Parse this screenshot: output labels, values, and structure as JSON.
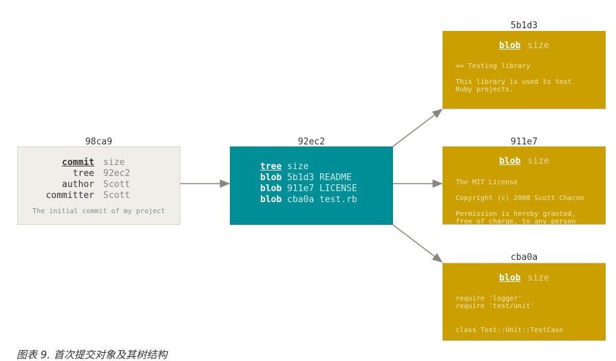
{
  "commit": {
    "id": "98ca9",
    "rows": [
      {
        "key": "commit",
        "value": "size"
      },
      {
        "key": "tree",
        "value": "92ec2"
      },
      {
        "key": "author",
        "value": "Scott"
      },
      {
        "key": "committer",
        "value": "Scott"
      }
    ],
    "message": "The initial commit of my project"
  },
  "tree": {
    "id": "92ec2",
    "header": {
      "type": "tree",
      "value": "size"
    },
    "entries": [
      {
        "type": "blob",
        "hash": "5b1d3",
        "name": "README"
      },
      {
        "type": "blob",
        "hash": "911e7",
        "name": "LICENSE"
      },
      {
        "type": "blob",
        "hash": "cba0a",
        "name": "test.rb"
      }
    ]
  },
  "blobs": [
    {
      "id": "5b1d3",
      "type": "blob",
      "size": "size",
      "lines": [
        "== Testing library",
        "",
        "This library is used to test",
        "Ruby projects."
      ]
    },
    {
      "id": "911e7",
      "type": "blob",
      "size": "size",
      "lines": [
        "The MIT License",
        "",
        "Copyright (c) 2008 Scott Chacon",
        "",
        "Permission is hereby granted,",
        "free of charge, to any person"
      ]
    },
    {
      "id": "cba0a",
      "type": "blob",
      "size": "size",
      "lines": [
        "require 'logger'",
        "require 'test/unit'",
        "",
        "",
        "class Test::Unit::TestCase"
      ]
    }
  ],
  "caption": "图表 9. 首次提交对象及其树结构",
  "colors": {
    "commit": "#efeee8",
    "tree": "#008f97",
    "blob": "#cc9f00",
    "arrow": "#8a857e"
  }
}
